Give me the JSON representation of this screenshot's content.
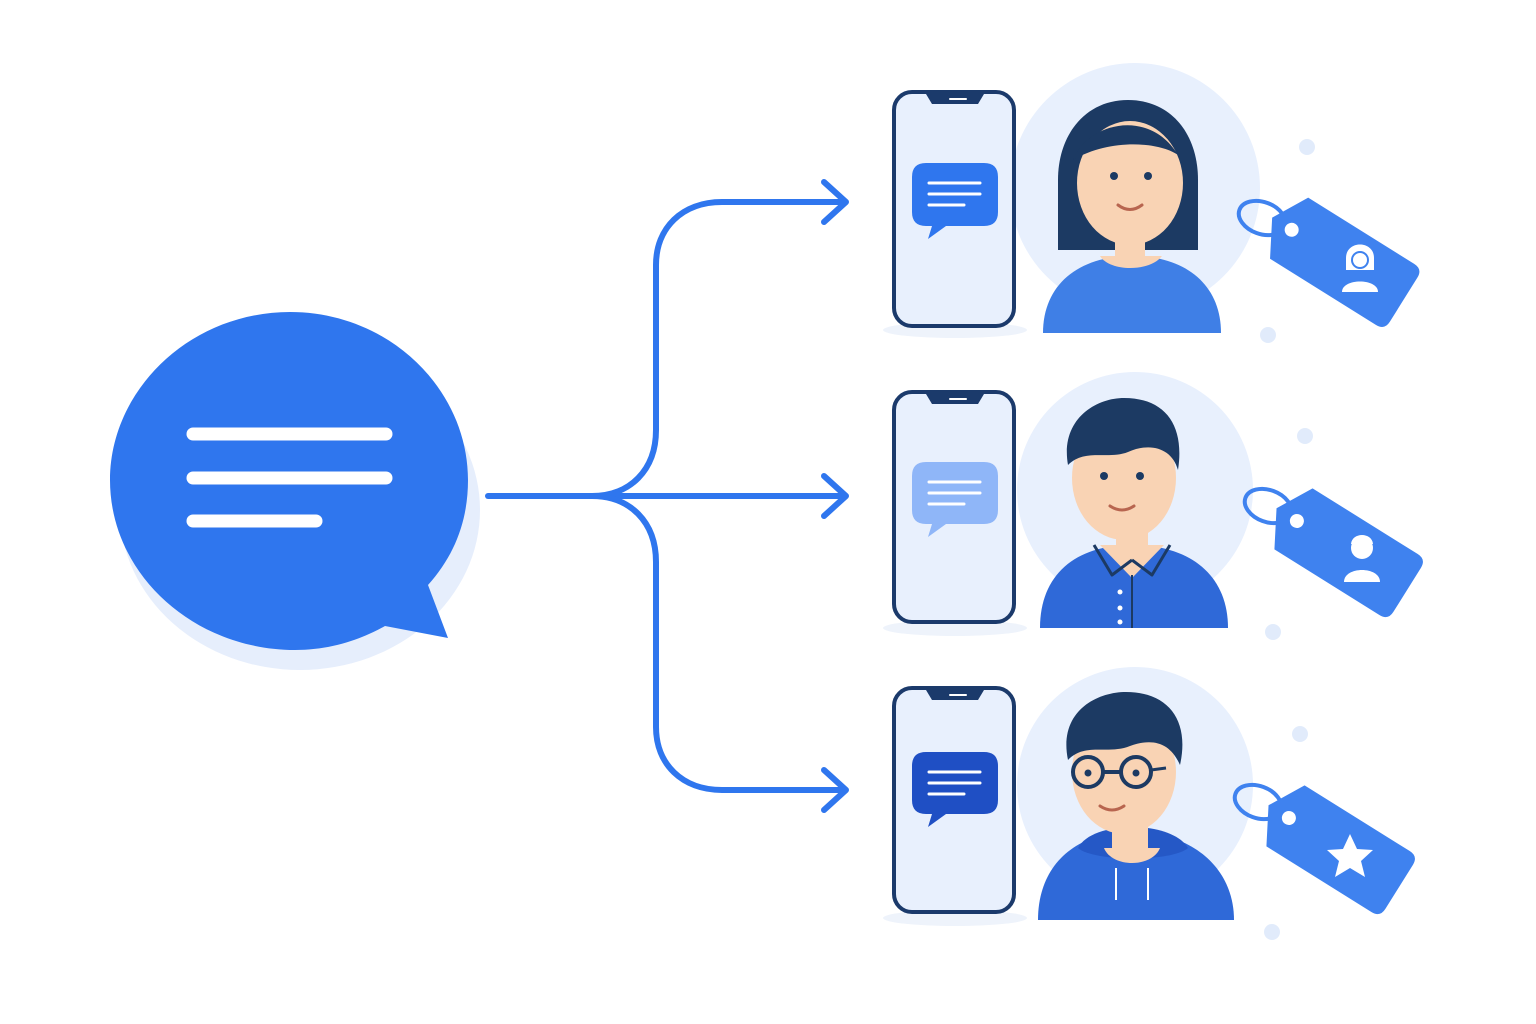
{
  "colors": {
    "background": "#ffffff",
    "primary": "#2f76ee",
    "bubble_dark": "#1f4fc4",
    "bubble_mid": "#2f76ee",
    "bubble_light": "#8fb6f8",
    "phone_outline": "#1b3a6b",
    "phone_screen": "#e8f0fd",
    "halo": "#e8f0fd",
    "hair": "#1c3a63",
    "skin": "#f9d3b4",
    "shirt": "#3f7fe6",
    "tag": "#3f82ef",
    "dot": "#e1ebfb"
  },
  "diagram": {
    "source": {
      "icon": "message-bubble-icon"
    },
    "recipients": [
      {
        "persona": "woman",
        "tag_icon": "woman-user-icon",
        "message_style": "standard"
      },
      {
        "persona": "man",
        "tag_icon": "man-user-icon",
        "message_style": "light"
      },
      {
        "persona": "man-with-glasses",
        "tag_icon": "star-icon",
        "message_style": "dark"
      }
    ]
  }
}
